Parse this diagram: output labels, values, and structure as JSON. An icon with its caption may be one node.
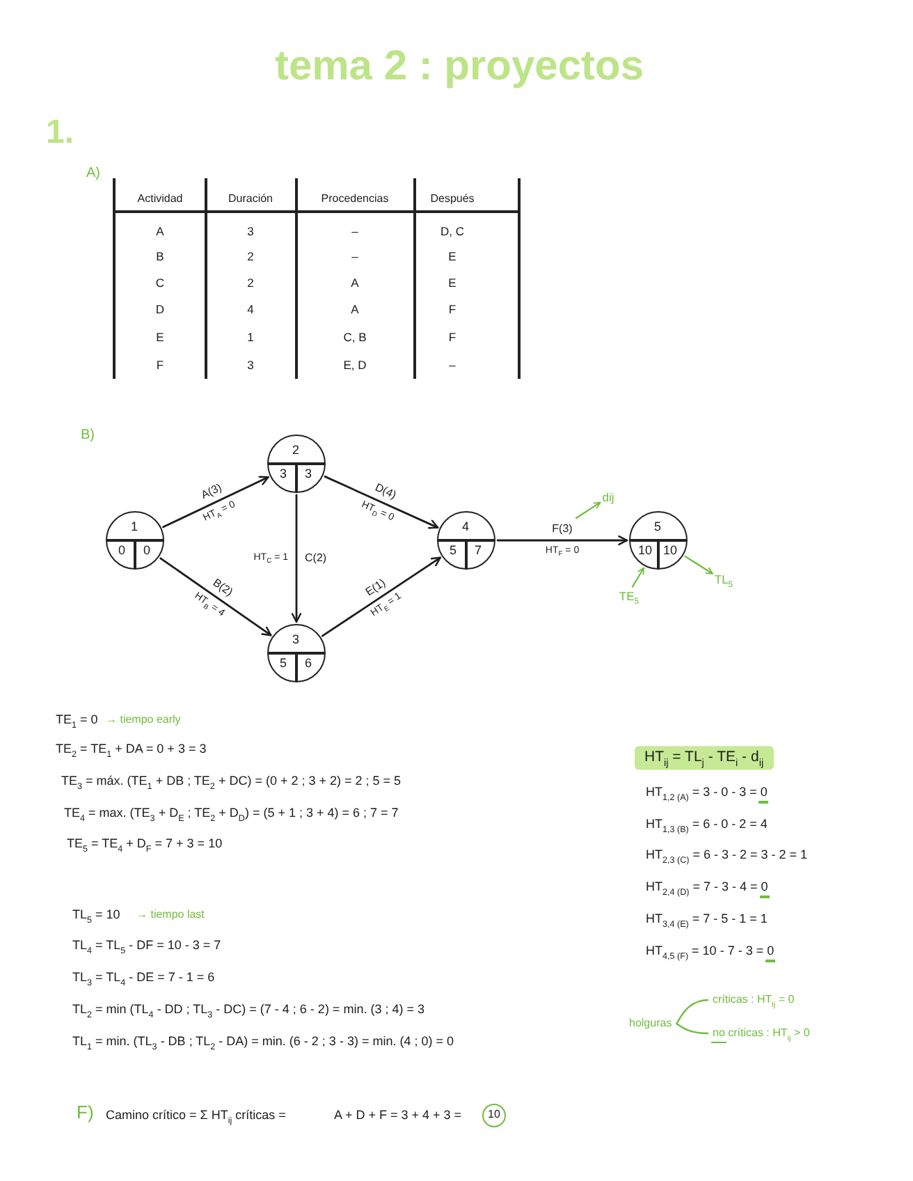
{
  "diagram": {
    "title": "tema 2 : proyectos",
    "nodes": [
      {
        "text": [
          "1",
          "0",
          "0"
        ]
      },
      {
        "text": [
          "2",
          "3",
          "3"
        ]
      },
      {
        "text": [
          "3",
          "5",
          "6"
        ]
      },
      {
        "text": [
          "4",
          "5",
          "7"
        ]
      },
      {
        "text": [
          "5",
          "10",
          "10"
        ]
      },
      {
        "text": [
          "dij"
        ]
      },
      {
        "text": [
          "TE$_{5}$"
        ]
      },
      {
        "text": [
          "TL$_{5}$"
        ]
      }
    ],
    "edges": [
      {
        "from": 0,
        "to": 1,
        "arrow": "to",
        "label": "A(3)"
      },
      {
        "from": 0,
        "to": 2,
        "arrow": "to",
        "label": "B(2)"
      },
      {
        "from": 1,
        "to": 2,
        "arrow": "to",
        "label": "C(2)"
      },
      {
        "from": 1,
        "to": 3,
        "arrow": "to",
        "label": "D(4)"
      },
      {
        "from": 2,
        "to": 3,
        "arrow": "to",
        "label": "E(1)"
      },
      {
        "from": 3,
        "to": 4,
        "arrow": "to",
        "label": "F(3)"
      },
      {
        "from": null,
        "to": 5,
        "arrow": "to",
        "color": "#6fbd3c"
      },
      {
        "from": 6,
        "to": 4,
        "arrow": "to",
        "color": "#6fbd3c"
      },
      {
        "from": 4,
        "to": 7,
        "arrow": "to",
        "color": "#6fbd3c"
      }
    ],
    "labels": [
      "1.",
      "A)",
      "Actividad",
      "Duración",
      "Procedencias",
      "Después",
      "A",
      "3",
      "–",
      "D, C",
      "B",
      "2",
      "–",
      "E",
      "C",
      "2",
      "A",
      "E",
      "D",
      "4",
      "A",
      "F",
      "E",
      "1",
      "C, B",
      "F",
      "F",
      "3",
      "E, D",
      "–",
      "B)",
      "HT$_{A}$ = 0",
      "HT$_{B}$ = 4",
      "HT$_{C}$ = 1",
      "HT$_{D}$ = 0",
      "HT$_{E}$ = 1",
      "HT$_{F}$ = 0",
      "TE$_{1}$ = 0",
      "→ tiempo early",
      "TE$_{2}$ = TE$_{1}$ + DA = 0 + 3 = 3",
      "TE$_{3}$ = máx. (TE$_{1}$ + DB ; TE$_{2}$ + DC) = (0 + 2 ; 3 + 2) = 2 ; 5 = 5",
      "TE$_{4}$ = max. (TE$_{3}$ + D$_{E}$ ; TE$_{2}$ + D$_{D}$) = (5 + 1 ; 3 + 4) = 6 ; 7 = 7",
      "TE$_{5}$ = TE$_{4}$ + D$_{F}$ = 7 + 3 = 10",
      "TL$_{5}$ = 10",
      "→ tiempo last",
      "TL$_{4}$ = TL$_{5}$ - DF = 10 - 3 = 7",
      "TL$_{3}$ = TL$_{4}$ - DE = 7 - 1 = 6",
      "TL$_{2}$ = min (TL$_{4}$ - DD ; TL$_{3}$ - DC) = (7 - 4 ; 6 - 2) = min. (3 ; 4) = 3",
      "TL$_{1}$ = min. (TL$_{3}$ - DB ; TL$_{2}$ - DA) = min. (6 - 2 ; 3 - 3) = min. (4 ; 0) = 0",
      "HT$_{ij}$ = TL$_{j}$ - TE$_{i}$ - d$_{ij}$",
      "HT$_{1,2 (A)}$ = 3 - 0 - 3 = 0",
      "HT$_{1,3 (B)}$ = 6 - 0 - 2 = 4",
      "HT$_{2,3 (C)}$ = 6 - 3 - 2 = 3 - 2 = 1",
      "HT$_{2,4 (D)}$ = 7 - 3 - 4 = 0",
      "HT$_{3,4 (E)}$ = 7 - 5 - 1 = 1",
      "HT$_{4,5 (F)}$ = 10 - 7 - 3 = 0",
      "holguras",
      "críticas : HT$_{ij}$ = 0",
      "no críticas : HT$_{ij}$ > 0",
      "F)",
      "Camino crítico = Σ HT$_{ij}$ críticas =",
      "A + D + F = 3 + 4 + 3 =",
      "10"
    ]
  }
}
